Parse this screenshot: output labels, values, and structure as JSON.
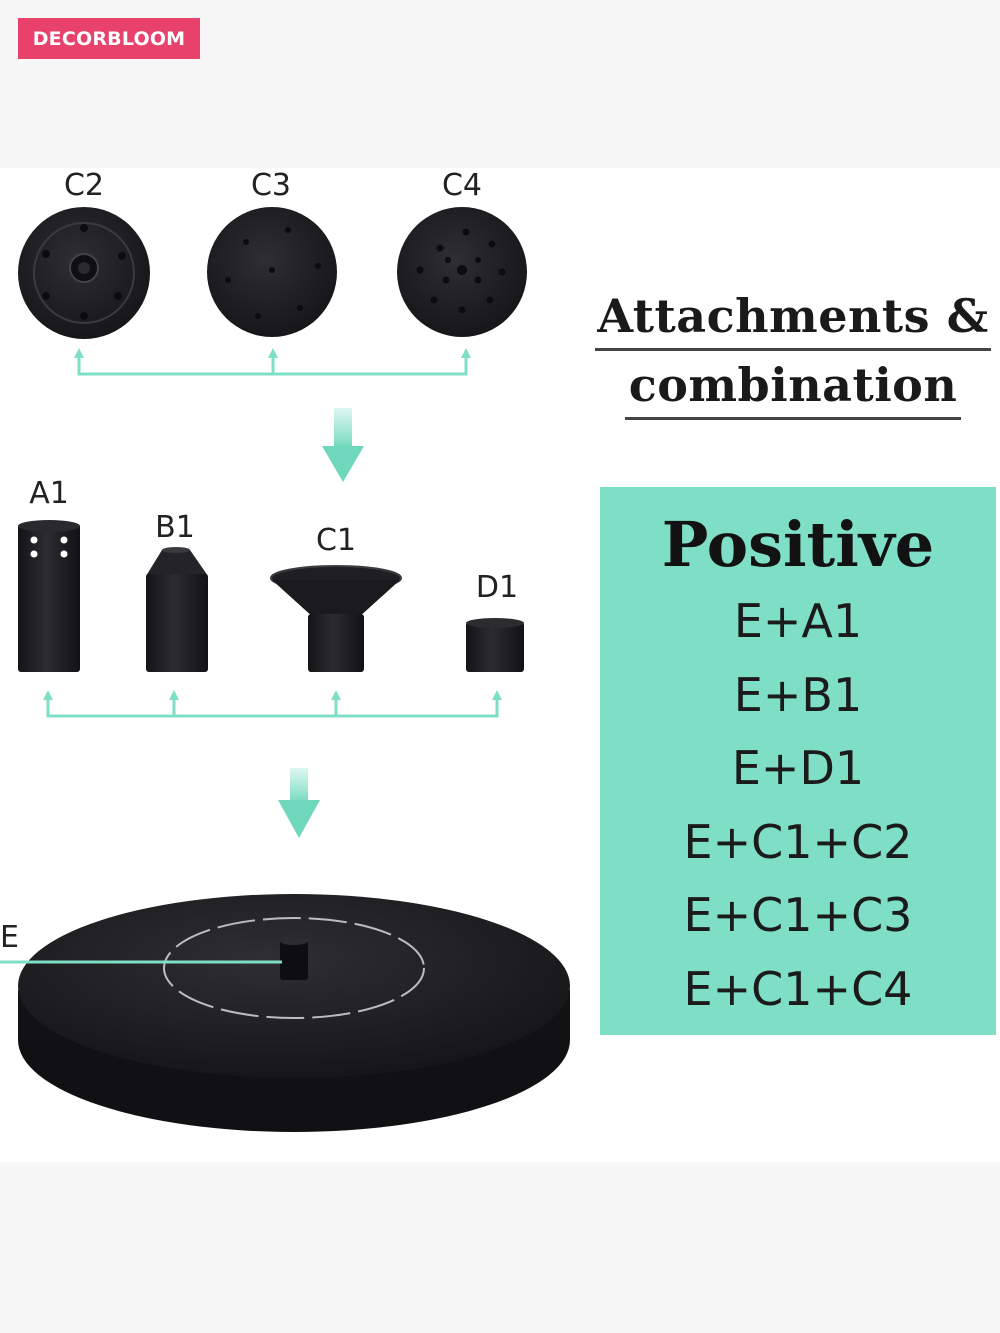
{
  "brand": {
    "label": "DECORBLOOM"
  },
  "parts": {
    "c2": "C2",
    "c3": "C3",
    "c4": "C4",
    "a1": "A1",
    "b1": "B1",
    "c1": "C1",
    "d1": "D1",
    "e": "E"
  },
  "heading": {
    "line1": "Attachments &",
    "line2": "combination"
  },
  "combinations": {
    "title": "Positive",
    "items": [
      "E+A1",
      "E+B1",
      "E+D1",
      "E+C1+C2",
      "E+C1+C3",
      "E+C1+C4"
    ]
  },
  "colors": {
    "brand_badge": "#e8416c",
    "accent_teal": "#7edfc6",
    "part_black": "#1c1c1f"
  }
}
